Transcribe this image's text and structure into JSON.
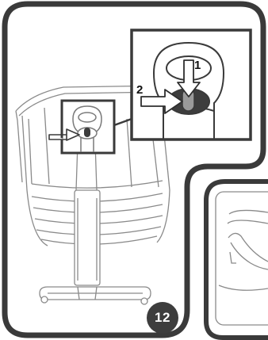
{
  "step": {
    "number": "12"
  },
  "callouts": {
    "first": "1",
    "second": "2"
  },
  "colors": {
    "frame": "#3a3a3a",
    "line": "#8a8a8a",
    "dark_fill": "#3d3d3d",
    "badge": "#3d3d3d"
  }
}
